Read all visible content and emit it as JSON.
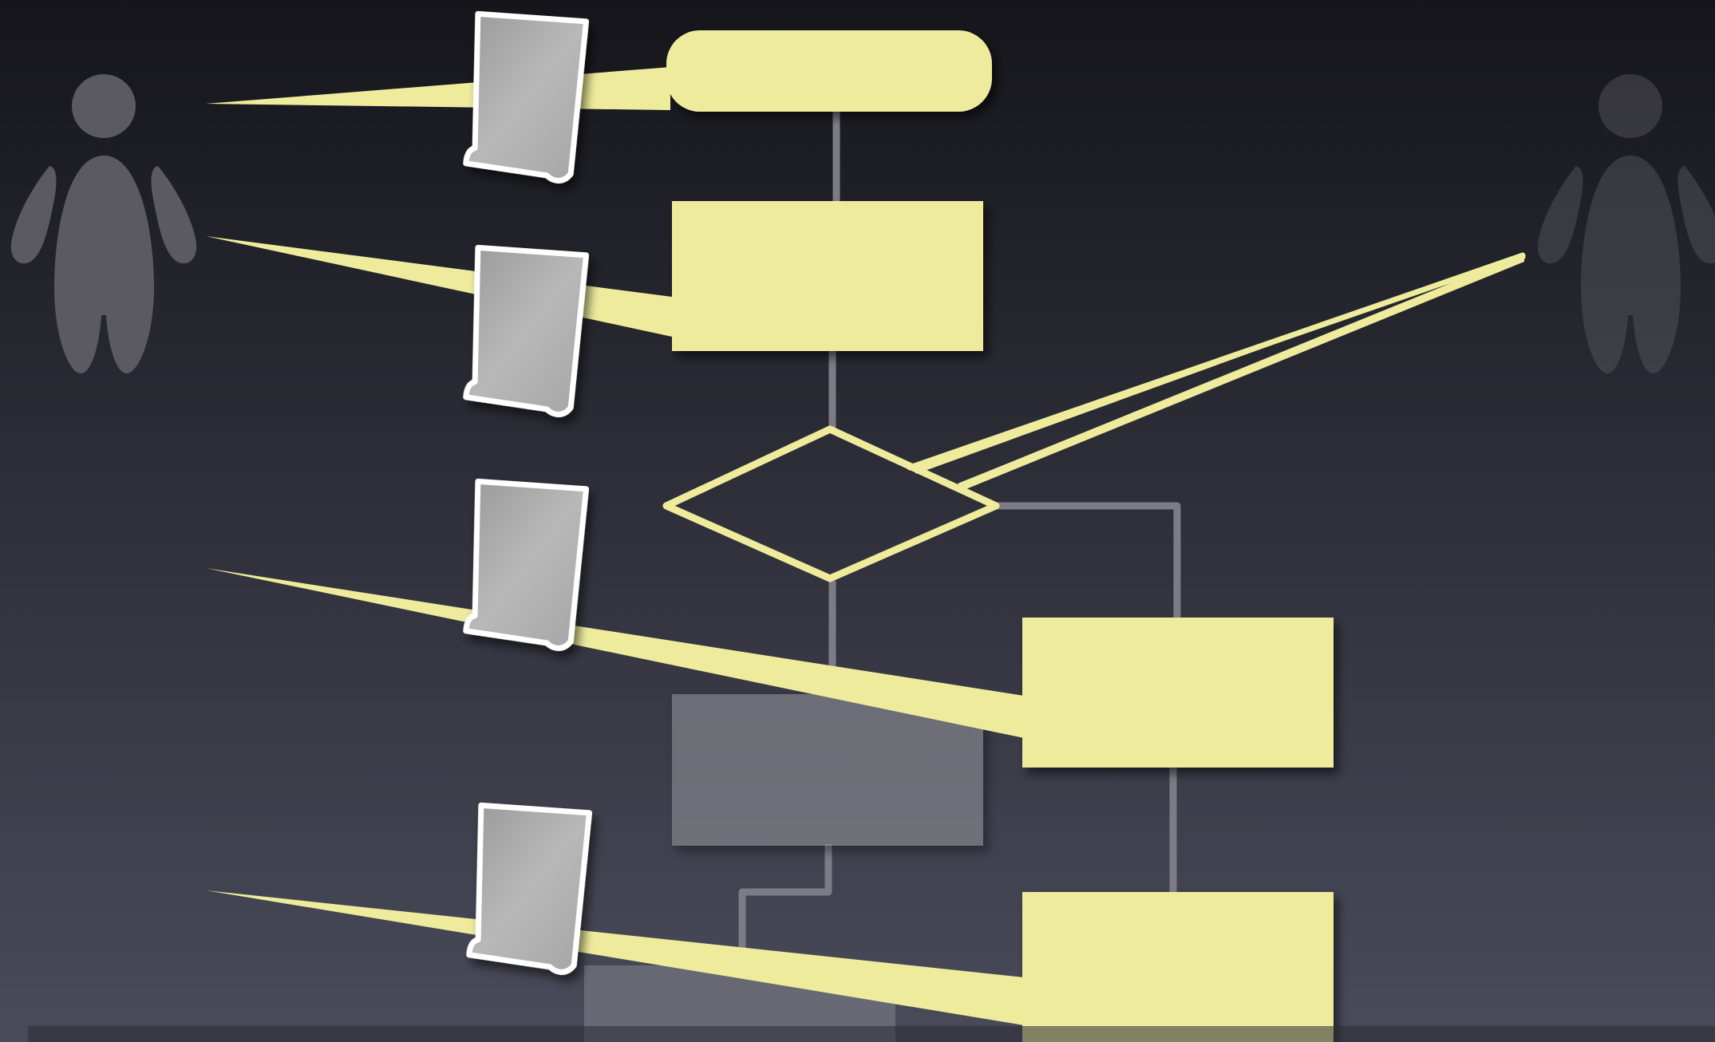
{
  "colors": {
    "background_top": "#15151b",
    "background_bottom": "#4a4b5a",
    "shape_fill": "#eeec9c",
    "connector": "#7c7c86",
    "ghost_shape": "#8f9096",
    "document_fill": "#b2b2b2",
    "document_border": "#ffffff",
    "person": "#5a5a60",
    "bottom_bar": "#2a2b33"
  },
  "icons": {
    "person_left": "person-icon",
    "person_right": "person-icon",
    "document": "document-icon"
  },
  "diagram": {
    "shapes": [
      {
        "id": "terminator",
        "kind": "rounded-rectangle",
        "highlighted": true
      },
      {
        "id": "process-1",
        "kind": "rectangle",
        "highlighted": true
      },
      {
        "id": "decision",
        "kind": "diamond",
        "highlighted": true,
        "filled": false
      },
      {
        "id": "process-2",
        "kind": "rectangle",
        "highlighted": true
      },
      {
        "id": "process-3",
        "kind": "rectangle",
        "highlighted": false
      },
      {
        "id": "process-4",
        "kind": "rectangle",
        "highlighted": true
      },
      {
        "id": "process-5",
        "kind": "rectangle",
        "highlighted": false
      }
    ],
    "documents_count": 4,
    "people_count": 2
  }
}
